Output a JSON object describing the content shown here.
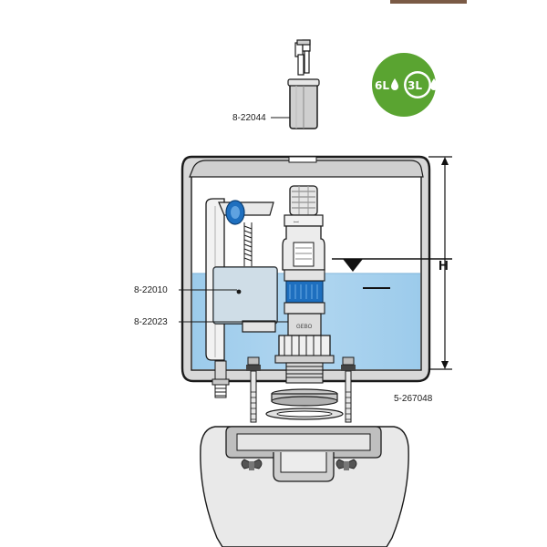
{
  "header_strip_color": "#7a5a45",
  "badge": {
    "full_flush": "6L",
    "half_flush": "3L",
    "icon": "water-drop-icon",
    "color": "#5aa431"
  },
  "parts": {
    "cap_part_number": "8-22044",
    "fill_valve_part_number": "8-22010",
    "float_part_number": "8-22023",
    "drawing_number": "5-267048"
  },
  "water_level_marker": "H",
  "colors": {
    "water": "#a9d2ee",
    "accent_blue": "#1e6fbf",
    "tank_outline": "#1a1a1a",
    "tank_fill": "#d8d8d8"
  }
}
